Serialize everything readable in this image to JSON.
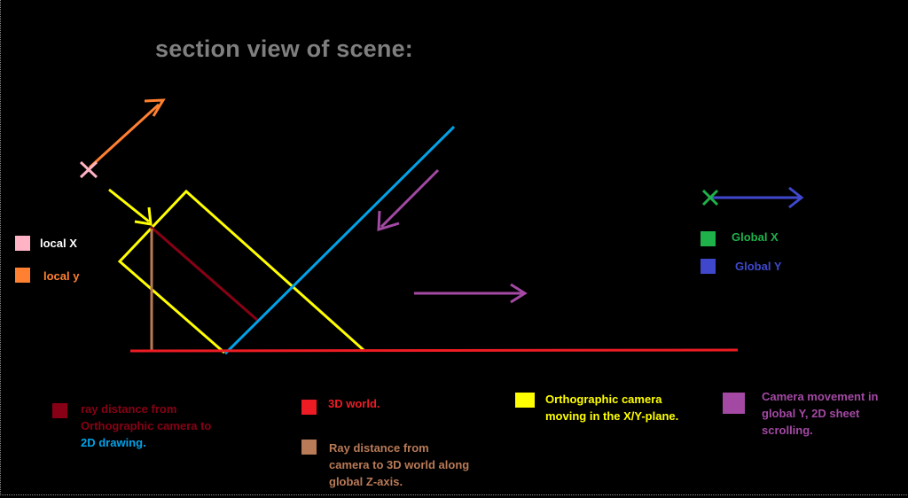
{
  "title": "section view of scene:",
  "colors": {
    "background": "#000000",
    "title": "#7f7f7f",
    "local_x": "#ffb3c4",
    "local_y": "#ff8030",
    "global_x": "#1fb24a",
    "global_y": "#3f48cc",
    "ray_ortho": "#880015",
    "world_3d": "#ed1c24",
    "ray_world": "#b97a57",
    "ortho_camera": "#ffff00",
    "camera_movement": "#a349a4",
    "drawing_2d": "#00a2e8"
  },
  "legend": {
    "local_x": "local X",
    "local_y": "local y",
    "global_x": "Global X",
    "global_y": "Global Y",
    "ray_ortho": {
      "line1": "ray distance from",
      "line2": "Orthographic camera to",
      "line3": "2D drawing."
    },
    "world_3d": "3D world.",
    "ray_world": {
      "line1": "Ray distance from",
      "line2": "camera to 3D world along",
      "line3": "global Z-axis."
    },
    "ortho_camera": {
      "line1": "Orthographic camera",
      "line2": "moving in the X/Y-plane."
    },
    "camera_movement": {
      "line1": "Camera movement in",
      "line2": "global Y, 2D sheet",
      "line3": "scrolling."
    }
  }
}
